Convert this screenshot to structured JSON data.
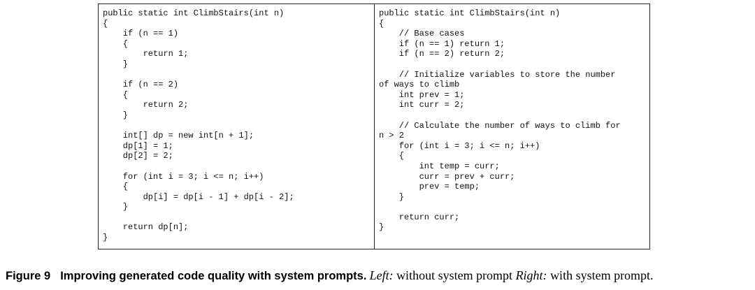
{
  "figure": {
    "left_code": "public static int ClimbStairs(int n)\n{\n    if (n == 1)\n    {\n        return 1;\n    }\n\n    if (n == 2)\n    {\n        return 2;\n    }\n\n    int[] dp = new int[n + 1];\n    dp[1] = 1;\n    dp[2] = 2;\n\n    for (int i = 3; i <= n; i++)\n    {\n        dp[i] = dp[i - 1] + dp[i - 2];\n    }\n\n    return dp[n];\n}",
    "right_code": "public static int ClimbStairs(int n)\n{\n    // Base cases\n    if (n == 1) return 1;\n    if (n == 2) return 2;\n\n    // Initialize variables to store the number\nof ways to climb\n    int prev = 1;\n    int curr = 2;\n\n    // Calculate the number of ways to climb for\nn > 2\n    for (int i = 3; i <= n; i++)\n    {\n        int temp = curr;\n        curr = prev + curr;\n        prev = temp;\n    }\n\n    return curr;\n}"
  },
  "caption": {
    "label": "Figure 9",
    "title": "Improving generated code quality with system prompts.",
    "left_key": "Left:",
    "left_text": " without system prompt ",
    "right_key": "Right:",
    "right_text": " with system prompt."
  }
}
